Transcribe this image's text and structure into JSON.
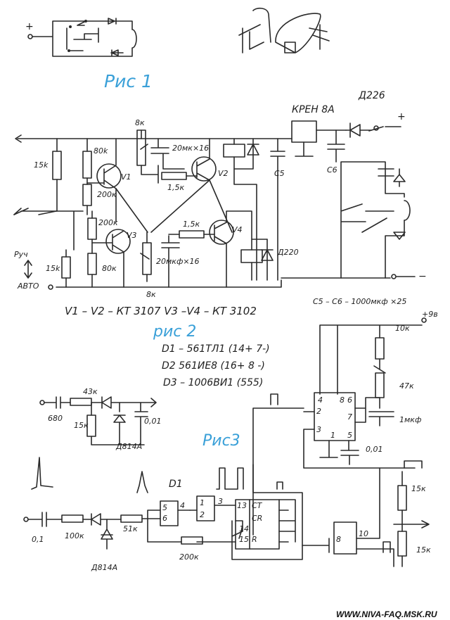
{
  "figures": {
    "fig1": {
      "caption": "Рис 1",
      "plus": "+"
    },
    "fig2": {
      "caption": "рис 2",
      "regulator": "КРЕН 8А",
      "diode_top": "Д226",
      "plus": "+",
      "minus": "−",
      "r_15k_left": "15k",
      "r_80k_top": "80k",
      "r_8k_top": "8к",
      "c_20_top": "20мк×16",
      "r_1_5k_top": "1,5к",
      "r_200k_a": "200к",
      "r_200k_b": "200к",
      "r_15k_bottom": "15k",
      "r_80k_bottom": "80к",
      "r_1_5k_mid": "1,5к",
      "c_20_bottom": "20мкф×16",
      "r_8k_bottom": "8к",
      "c5": "С5",
      "c6": "С6",
      "diode_bottom": "Д220",
      "ruzh": "Руч",
      "avto": "АВТО",
      "v1": "V1",
      "v2": "V2",
      "v3": "V3",
      "v4": "V4",
      "transistors_note": "V1 – V2 – КТ 3107    V3 –V4 – КТ 3102",
      "caps_note": "С5 – С6 – 1000мкф ×25"
    },
    "fig3": {
      "caption": "Рис3",
      "d1_spec": "D1 – 561ТЛ1  (14+ 7-)",
      "d2_spec": "D2  561ИЕ8 (16+ 8 -)",
      "d3_spec": "D3 – 1006ВИ1  (555)",
      "supply": "+9в",
      "r_10k": "10к",
      "r_47k": "47к",
      "c_1mkf": "1мкф",
      "c_001_right": "0,01",
      "r_15k_a": "15к",
      "r_15k_b": "15к",
      "c_680": "680",
      "r_43k": "43к",
      "r_15k_in": "15к",
      "c_001_in": "0,01",
      "zener_top": "Д814А",
      "c_01": "0,1",
      "r_100k": "100к",
      "r_51k": "51к",
      "zener_bottom": "Д814А",
      "r_200k": "200к",
      "d1": "D1",
      "pins_555": [
        "4",
        "8",
        "6",
        "2",
        "7",
        "3",
        "5",
        "1"
      ],
      "pins_counter": [
        "13",
        "14",
        "15",
        "R",
        "CT",
        "CR"
      ],
      "pins_d1": [
        "5",
        "6",
        "4",
        "1",
        "2",
        "3"
      ],
      "pins_d3": [
        "8",
        "10"
      ]
    }
  },
  "footer": {
    "url": "WWW.NIVA-FAQ.MSK.RU"
  }
}
